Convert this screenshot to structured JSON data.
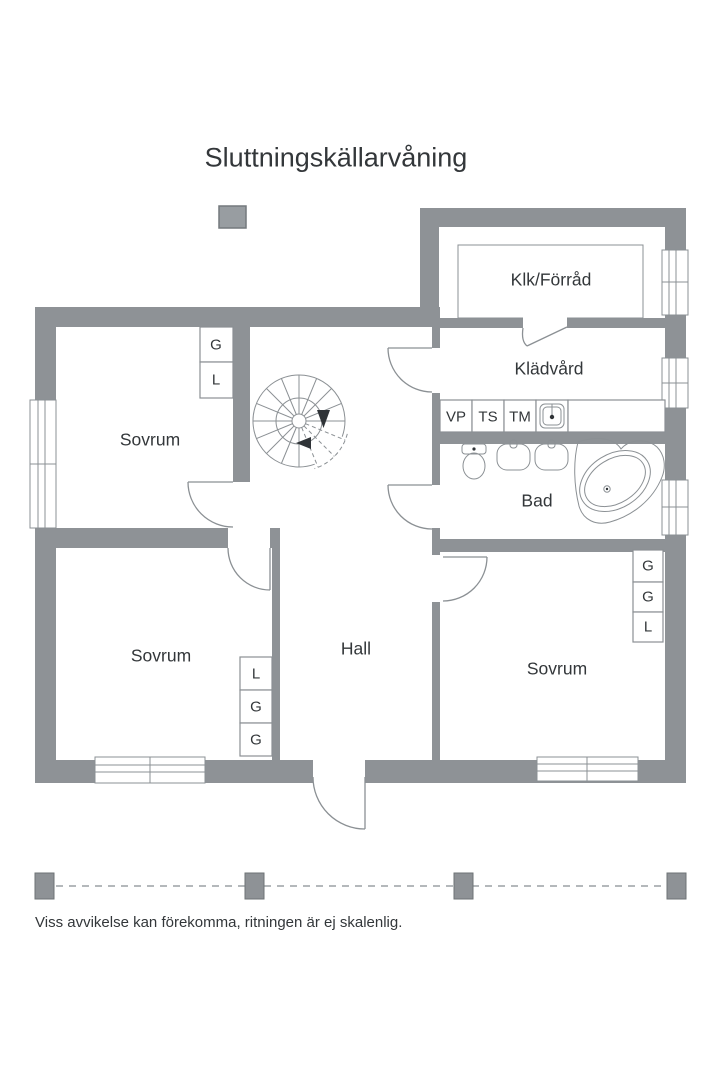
{
  "title": "Sluttningskällarvåning",
  "disclaimer": "Viss avvikelse kan förekomma, ritningen är ej skalenlig.",
  "rooms": {
    "sovrum_nw": "Sovrum",
    "sovrum_sw": "Sovrum",
    "sovrum_se": "Sovrum",
    "hall": "Hall",
    "bad": "Bad",
    "kladvard": "Klädvård",
    "klk_forrad": "Klk/Förråd"
  },
  "closets": {
    "nw": [
      "G",
      "L"
    ],
    "sw": [
      "L",
      "G",
      "G"
    ],
    "se": [
      "G",
      "G",
      "L"
    ]
  },
  "appliances": [
    "VP",
    "TS",
    "TM"
  ],
  "colors": {
    "wall": "#8e9296",
    "line": "#8b9094",
    "text": "#33373a",
    "dash": "#b4b8bb"
  }
}
